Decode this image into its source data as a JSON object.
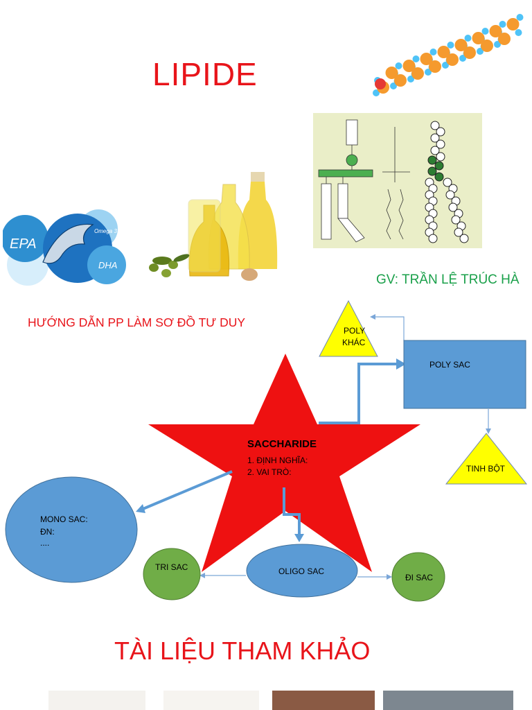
{
  "title": "LIPIDE",
  "teacher": "GV: TRẦN LỆ TRÚC HÀ",
  "guide_heading": "HƯỚNG DẪN PP LÀM SƠ ĐỒ TƯ DUY",
  "references_heading": "TÀI LIỆU THAM KHẢO",
  "images": {
    "fish_logo": {
      "epa": "EPA",
      "omega": "Omega 3",
      "dha": "DHA"
    }
  },
  "diagram": {
    "center": {
      "title": "SACCHARIDE",
      "items": [
        "1.   ĐỊNH NGHĨA:",
        "2.   VAI TRÒ:"
      ]
    },
    "poly_khac": {
      "line1": "POLY",
      "line2": "KHÁC"
    },
    "poly_sac": "POLY SAC",
    "tinh_bot": "TINH BỘT",
    "mono_sac": {
      "line1": "MONO SAC:",
      "line2": "ĐN:",
      "line3": "...."
    },
    "oligo_sac": "OLIGO SAC",
    "tri_sac": "TRI SAC",
    "di_sac": "ĐI SAC"
  },
  "colors": {
    "title_red": "#e8141a",
    "teacher_green": "#1aa04a",
    "star_red": "#ee1111",
    "box_blue": "#5b9bd5",
    "triangle_yellow": "#ffff00",
    "circle_green": "#70ad47",
    "arrow_blue": "#5b9bd5"
  }
}
